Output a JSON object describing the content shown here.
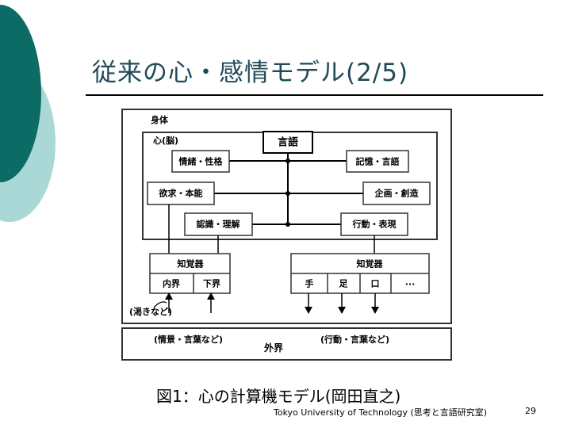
{
  "slide": {
    "title": "従来の心・感情モデル(2/5)",
    "caption": "図1：心の計算機モデル(岡田直之)",
    "footer": "Tokyo University of Technology (思考と言語研究室)",
    "page_number": "29",
    "accent_color": "#0d6b66",
    "accent_light": "#a9d8d6"
  },
  "diagram": {
    "body_label": "身体",
    "mind_label": "心(脳)",
    "language": "言語",
    "emotion_personality": "情緒・性格",
    "memory_language": "記憶・言語",
    "desire_instinct": "欲求・本能",
    "planning_creation": "企画・創造",
    "recognition_understanding": "認識・理解",
    "action_expression": "行動・表現",
    "perception_left": "知覚器",
    "perception_right": "知覚器",
    "internal_world": "内界",
    "lower_world": "下界",
    "hand": "手",
    "foot": "足",
    "mouth": "口",
    "ellipsis": "...",
    "thirst_note": "(渇きなど)",
    "outer_world": "外界",
    "info_words": "(情景・言葉など)",
    "action_words": "(行動・言葉など)"
  }
}
